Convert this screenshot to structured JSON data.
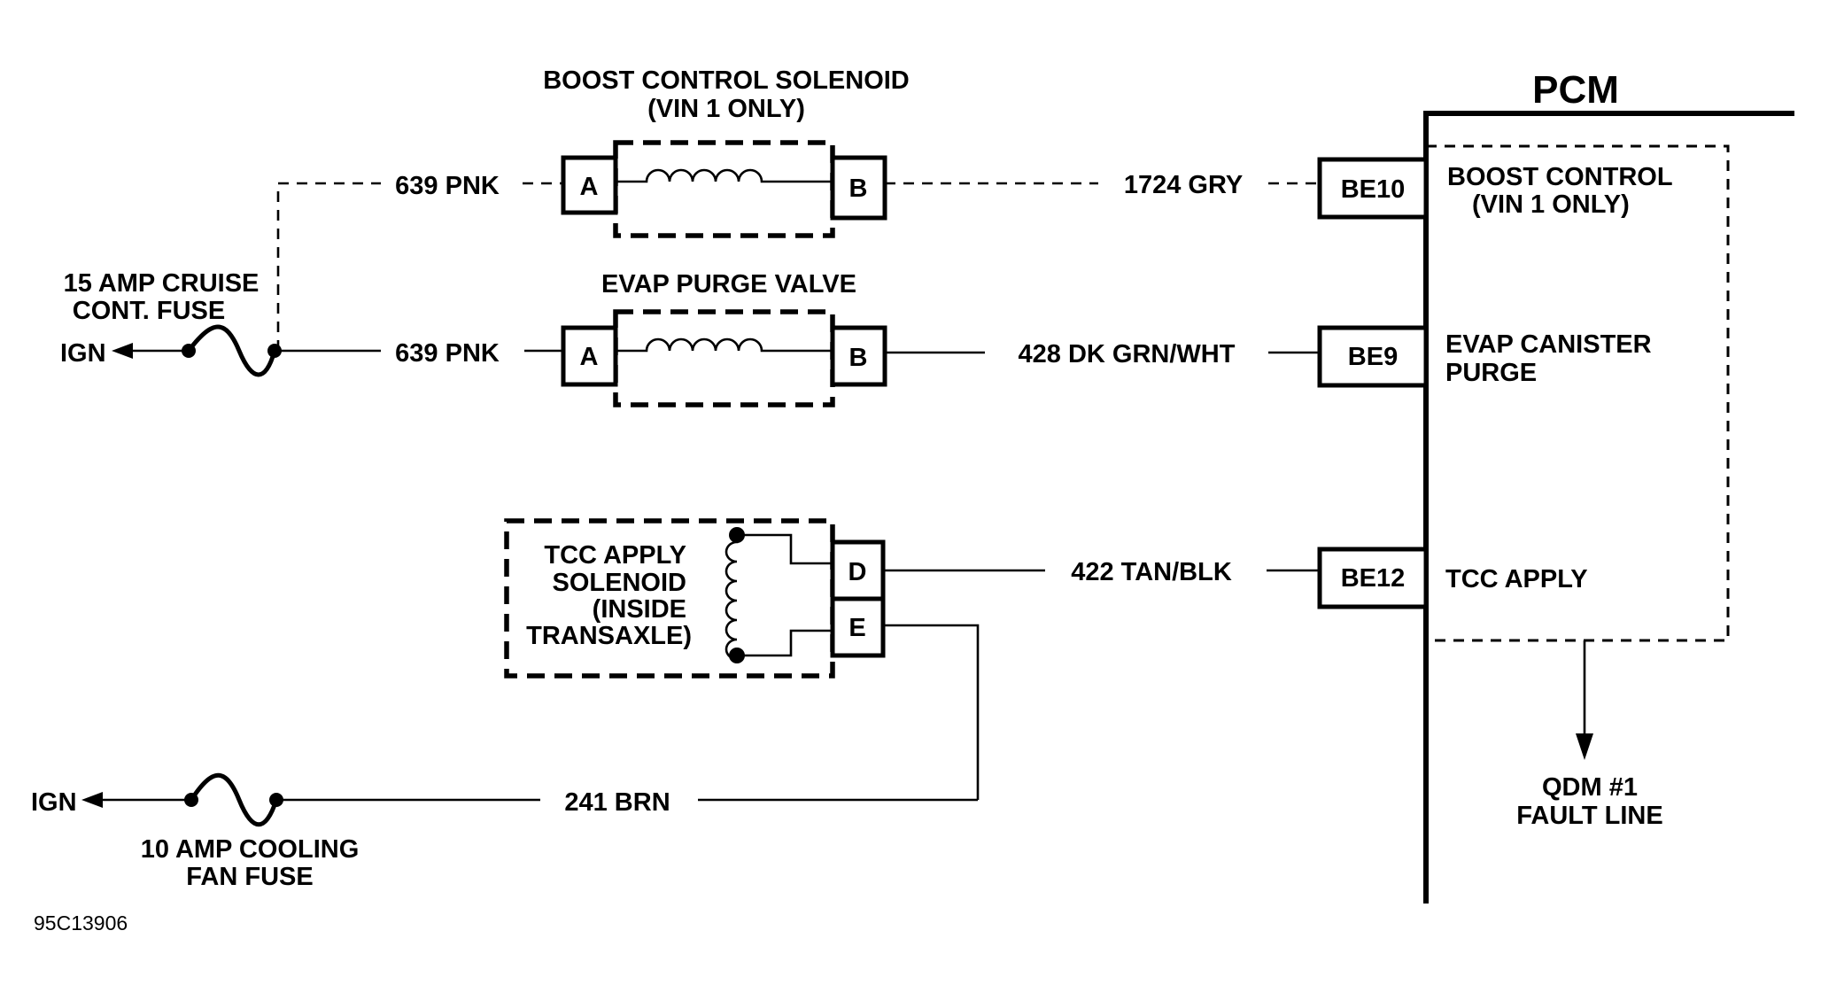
{
  "pcm": {
    "title": "PCM",
    "pins": [
      {
        "id": "BE10",
        "label_lines": [
          "BOOST CONTROL",
          "(VIN 1 ONLY)"
        ]
      },
      {
        "id": "BE9",
        "label_lines": [
          "EVAP CANISTER",
          "PURGE"
        ]
      },
      {
        "id": "BE12",
        "label_lines": [
          "TCC APPLY"
        ]
      }
    ],
    "qdm_lines": [
      "QDM #1",
      "FAULT LINE"
    ]
  },
  "boost_solenoid": {
    "title_lines": [
      "BOOST CONTROL SOLENOID",
      "(VIN 1 ONLY)"
    ],
    "terminal_left": "A",
    "terminal_right": "B",
    "wire_in": "639 PNK",
    "wire_out": "1724 GRY"
  },
  "evap_valve": {
    "title": "EVAP PURGE VALVE",
    "terminal_left": "A",
    "terminal_right": "B",
    "wire_in": "639 PNK",
    "wire_out": "428 DK GRN/WHT"
  },
  "tcc_solenoid": {
    "label_lines": [
      "TCC APPLY",
      "SOLENOID",
      "(INSIDE",
      "TRANSAXLE)"
    ],
    "terminal_d": "D",
    "terminal_e": "E",
    "wire_d": "422 TAN/BLK",
    "wire_e": "241 BRN"
  },
  "fuse_cruise": {
    "label_lines": [
      "15 AMP CRUISE",
      "CONT. FUSE"
    ],
    "ign": "IGN"
  },
  "fuse_cooling": {
    "label_lines": [
      "10 AMP COOLING",
      "FAN FUSE"
    ],
    "ign": "IGN"
  },
  "figure_id": "95C13906"
}
